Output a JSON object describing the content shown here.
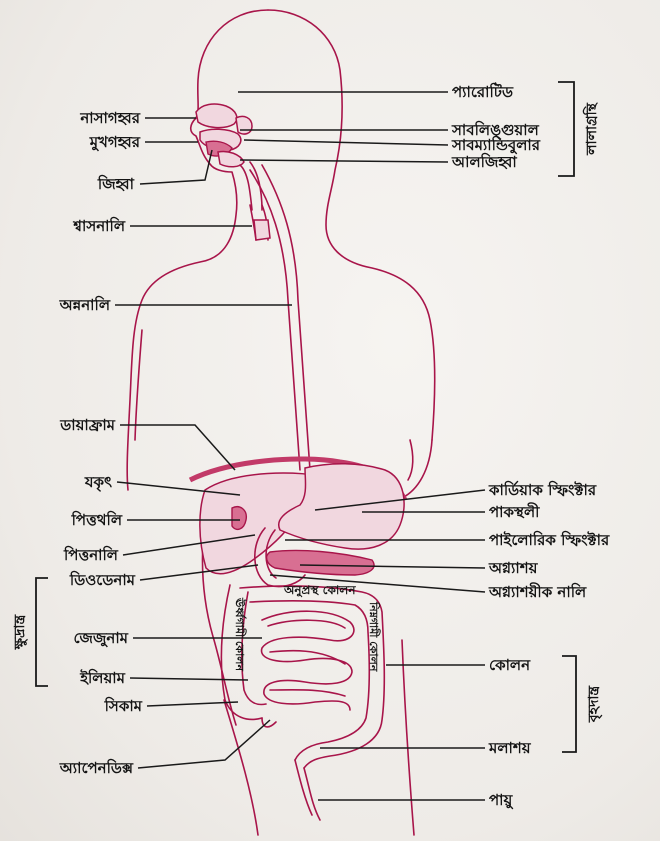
{
  "labels": {
    "parotid": "প্যারোটিড",
    "nasal_cavity": "নাসাগহ্বর",
    "sublingual": "সাবলিঙ্গুয়াল",
    "oral_cavity": "মুখগহ্বর",
    "submandibular": "সাবম্যান্ডিবুলার",
    "epiglottis": "আলজিহ্বা",
    "tongue": "জিহ্বা",
    "trachea": "শ্বাসনালি",
    "esophagus": "অন্ননালি",
    "diaphragm": "ডায়াফ্রাম",
    "liver": "যকৃৎ",
    "cardiac_sphincter": "কার্ডিয়াক স্ফিংক্টার",
    "stomach": "পাকস্থলী",
    "gall_bladder": "পিত্তথলি",
    "pyloric_sphincter": "পাইলোরিক স্ফিংক্টার",
    "bile_duct": "পিত্তনালি",
    "pancreas": "অগ্ন্যাশয়",
    "duodenum": "ডিওডেনাম",
    "pancreatic_duct": "অগ্ন্যাশয়ীক নালি",
    "transverse_colon": "অনুপ্রস্থ কোলন",
    "jejunum": "জেজুনাম",
    "colon": "কোলন",
    "ileum": "ইলিয়াম",
    "cecum": "সিকাম",
    "rectum": "মলাশয়",
    "appendix": "অ্যাপেনডিক্স",
    "anus": "পায়ু",
    "ascending_colon": "ঊর্ধ্বগামী কোলন",
    "descending_colon": "নিম্নগামী কোলন"
  },
  "groups": {
    "salivary_glands": "লালাগ্রন্থি",
    "small_intestine": "ক্ষুদ্রান্ত্র",
    "large_intestine": "বৃহদান্ত্র"
  },
  "colors": {
    "outline": "#a8154a",
    "organ_fill": "#f1d7df",
    "organ_dark": "#d86f92",
    "text": "#141414"
  }
}
